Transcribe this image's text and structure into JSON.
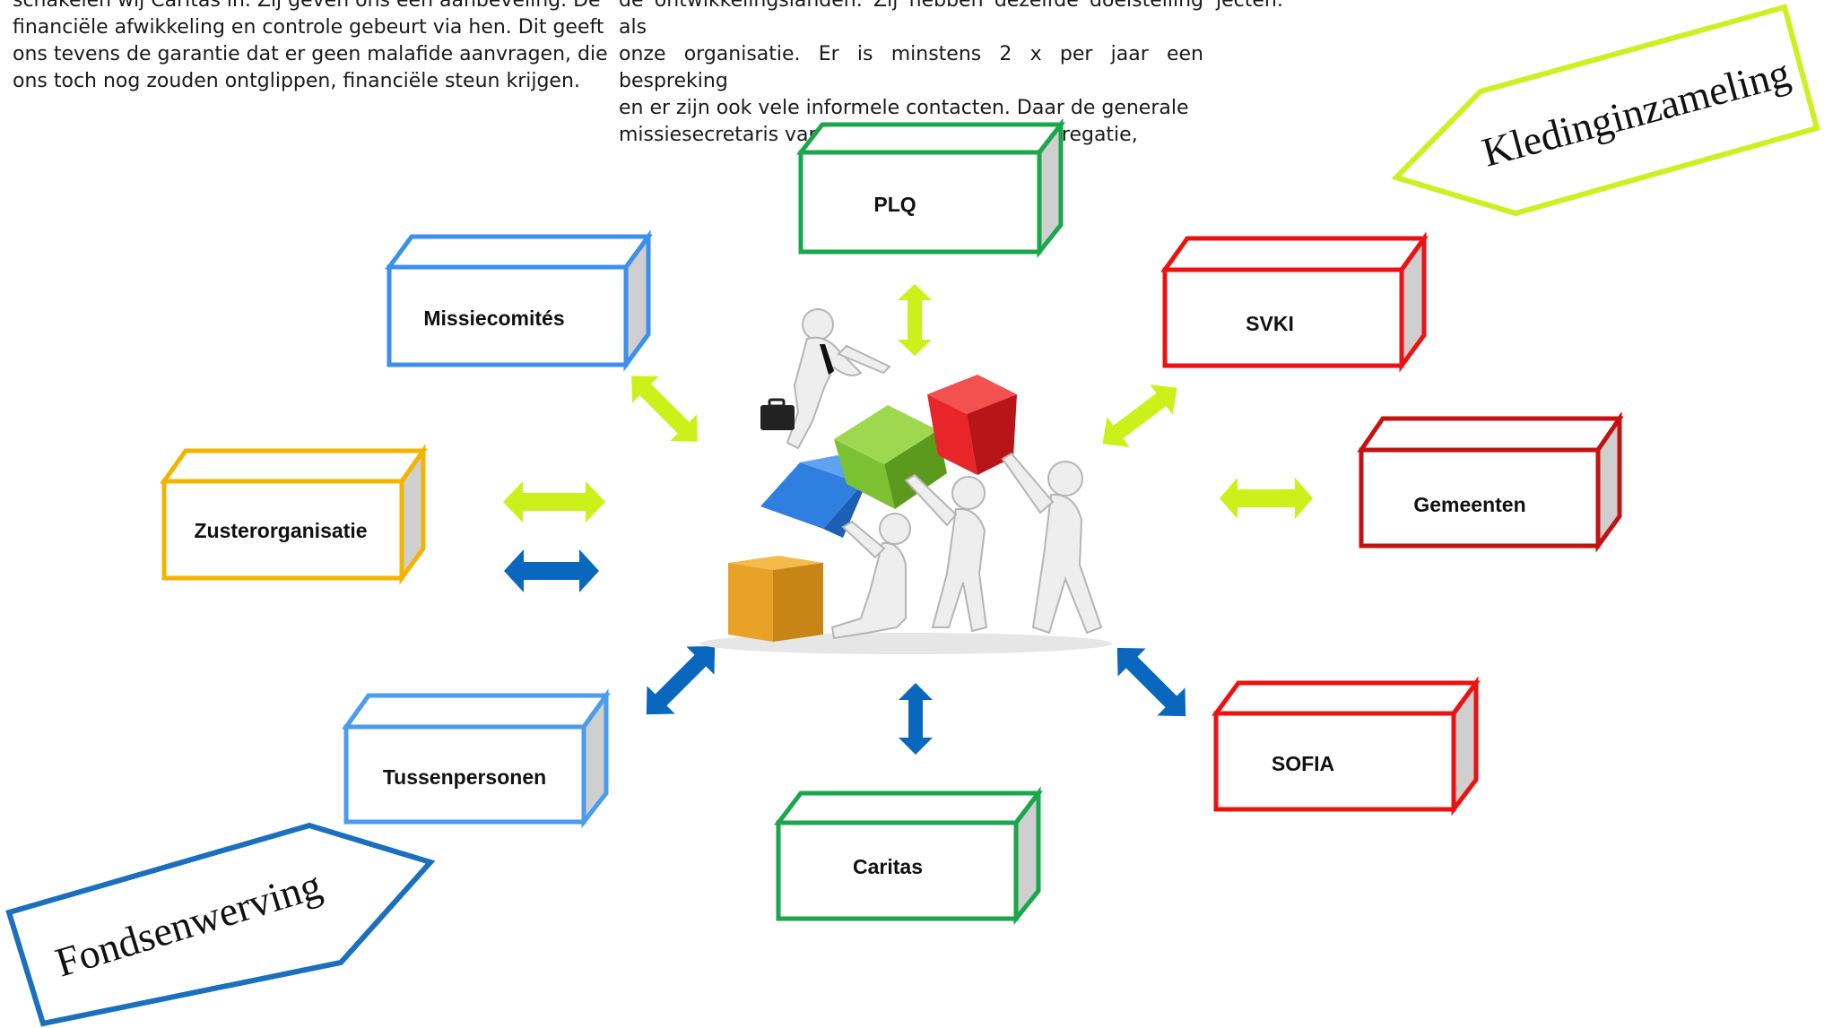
{
  "text": {
    "col1_lines": [
      "schakelen wij Caritas in. Zij geven ons een aanbeveling. De",
      "financiële afwikkeling en controle gebeurt via hen. Dit geeft",
      "ons tevens de garantie dat er geen malafide aanvragen, die",
      "ons toch nog zouden ontglippen, financiële steun krijgen."
    ],
    "col2_lines": [
      "de ontwikkelingslanden. Zij hebben dezelfde doelstelling als",
      "onze organisatie. Er is minstens 2 x per jaar een bespreking",
      "en er zijn ook vele informele contacten. Daar de generale",
      "missiesecretaris van de Salvatoriaanse Congregatie,"
    ],
    "col3_lines": [
      "jecten."
    ]
  },
  "boxes": {
    "plq": {
      "label": "PLQ",
      "color": "#1aa64b"
    },
    "missiecomites": {
      "label": "Missiecomités",
      "color": "#3a8ff0"
    },
    "svki": {
      "label": "SVKI",
      "color": "#ee1111"
    },
    "zusterorganisatie": {
      "label": "Zusterorganisatie",
      "color": "#f3b400"
    },
    "gemeenten": {
      "label": "Gemeenten",
      "color": "#c41212"
    },
    "tussenpersonen": {
      "label": "Tussenpersonen",
      "color": "#4a9cf0"
    },
    "caritas": {
      "label": "Caritas",
      "color": "#1aa64b"
    },
    "sofia": {
      "label": "SOFIA",
      "color": "#ee1111"
    }
  },
  "banners": {
    "kledinginzameling": {
      "label": "Kledinginzameling",
      "color": "#ccf022"
    },
    "fondsenwerving": {
      "label": "Fondsenwerving",
      "color": "#1a6fbf"
    }
  },
  "colors": {
    "arrow_lime": "#ccf01a",
    "arrow_blue": "#0a67be",
    "box_side": "#cfcfcf",
    "cube_orange": "#e9a228",
    "cube_blue": "#2f7fe0",
    "cube_green": "#7cc132",
    "cube_red": "#e8262a"
  }
}
